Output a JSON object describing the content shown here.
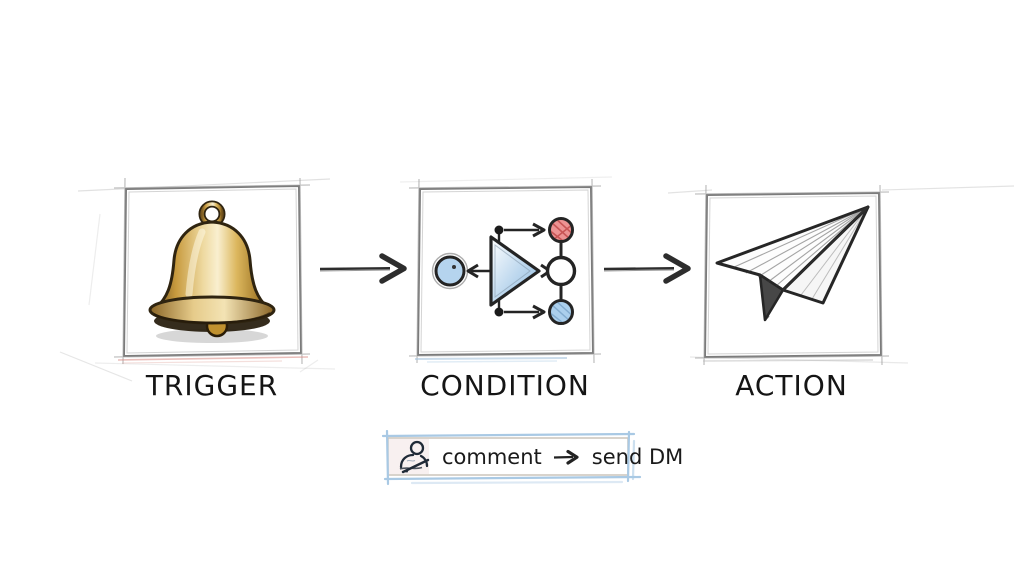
{
  "diagram": {
    "nodes": [
      {
        "id": "trigger",
        "label": "TRIGGER",
        "icon": "bell-icon"
      },
      {
        "id": "condition",
        "label": "CONDITION",
        "icon": "logic-circuit-icon"
      },
      {
        "id": "action",
        "label": "ACTION",
        "icon": "paper-plane-icon"
      }
    ],
    "connectors": [
      {
        "from": "trigger",
        "to": "condition",
        "icon": "arrow-right-icon"
      },
      {
        "from": "condition",
        "to": "action",
        "icon": "arrow-right-icon"
      }
    ],
    "example_rule": {
      "icon": "user-comment-icon",
      "trigger_text": "comment",
      "arrow_icon": "arrow-right-icon",
      "action_text": "send DM"
    },
    "colors": {
      "bell_gold": "#cf9f42",
      "bell_highlight": "#f9efcf",
      "bell_dark": "#6e4f1c",
      "node_red": "#ec9292",
      "node_blue": "#abcfec",
      "triangle_blue": "#9ec4e2",
      "ink": "#262626",
      "pencil_gray": "#8f8f8f",
      "frame_blue": "#a9c9e4",
      "accent_pink": "#dd9a93",
      "label_color": "#151515"
    }
  }
}
